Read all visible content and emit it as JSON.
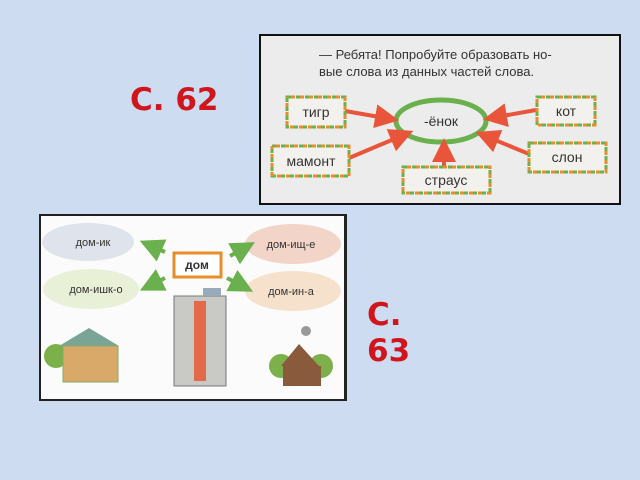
{
  "slide": {
    "label_top": "С. 62",
    "label_bottom_line1": "С.",
    "label_bottom_line2": "63"
  },
  "top_picture": {
    "line1": "— Ребята!  Попробуйте  образовать  но-",
    "line2": "вые слова из данных частей слова.",
    "center": "-ёнок",
    "boxes": [
      "тигр",
      "кот",
      "мамонт",
      "слон",
      "страус"
    ]
  },
  "bottom_picture": {
    "center": "дом",
    "ovals": [
      "дом-ик",
      "дом-ищ-е",
      "дом-ишк-о",
      "дом-ин-а"
    ]
  },
  "colors": {
    "label": "#d0161c",
    "arrow_red": "#e8553a",
    "green": "#6ab04c",
    "orange": "#e98c2a"
  }
}
